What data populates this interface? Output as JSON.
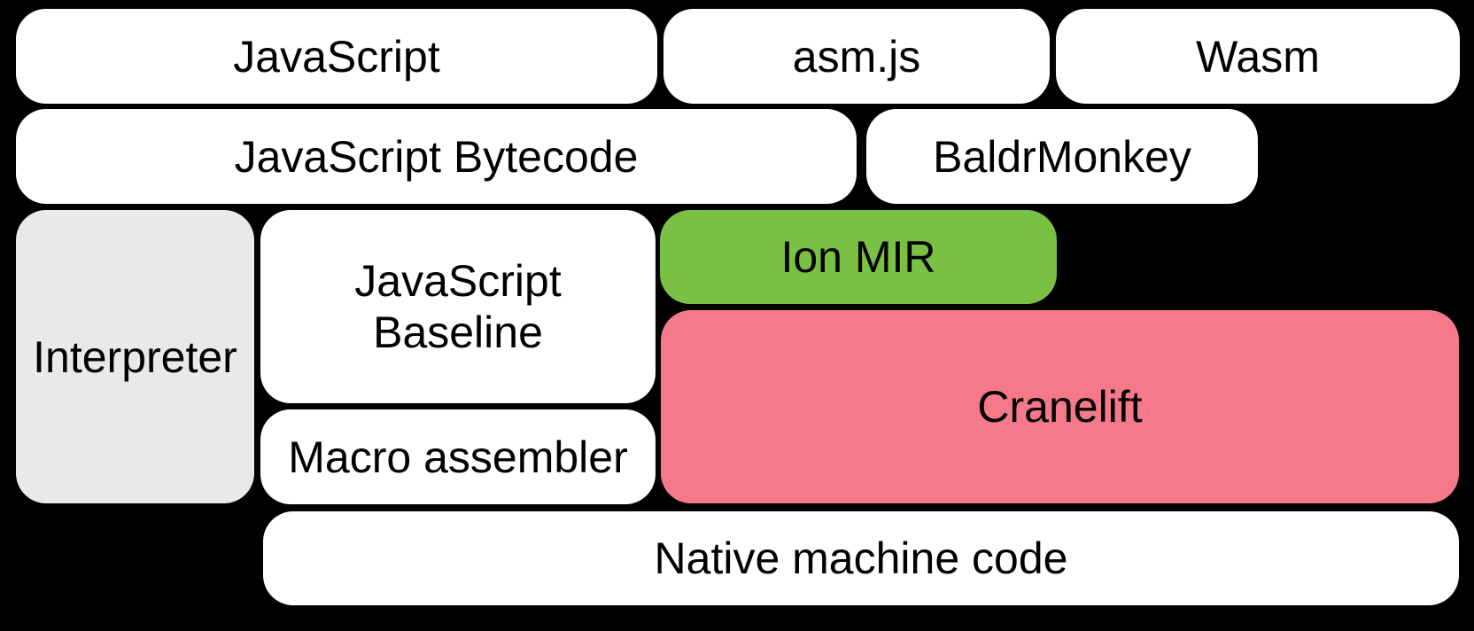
{
  "diagram": {
    "background_color": "#000000",
    "text_color": "#000000",
    "colors": {
      "box_white": "#FFFFFF",
      "box_gray": "#E9E9E9",
      "box_green": "#7AC143",
      "box_pink": "#F67989"
    },
    "boxes": {
      "javascript": {
        "label": "JavaScript"
      },
      "asmjs": {
        "label": "asm.js"
      },
      "wasm": {
        "label": "Wasm"
      },
      "javascript_bytecode": {
        "label": "JavaScript Bytecode"
      },
      "baldrmonkey": {
        "label": "BaldrMonkey"
      },
      "interpreter": {
        "label": "Interpreter"
      },
      "javascript_baseline": {
        "label": "JavaScript\nBaseline"
      },
      "ion_mir": {
        "label": "Ion MIR"
      },
      "cranelift": {
        "label": "Cranelift"
      },
      "macro_assembler": {
        "label": "Macro assembler"
      },
      "native_machine_code": {
        "label": "Native machine code"
      }
    }
  }
}
